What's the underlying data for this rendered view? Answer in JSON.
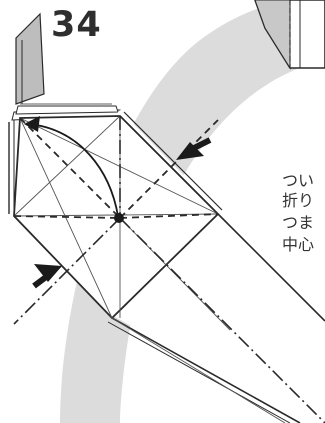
{
  "step": {
    "number": "34"
  },
  "instructions": {
    "lines": [
      "つい",
      "折り",
      "つま",
      "中心"
    ]
  },
  "colors": {
    "paper": "#ffffff",
    "background_band": "#dcdcdc",
    "outline": "#2a2a2a",
    "arrow": "#1a1a1a"
  }
}
